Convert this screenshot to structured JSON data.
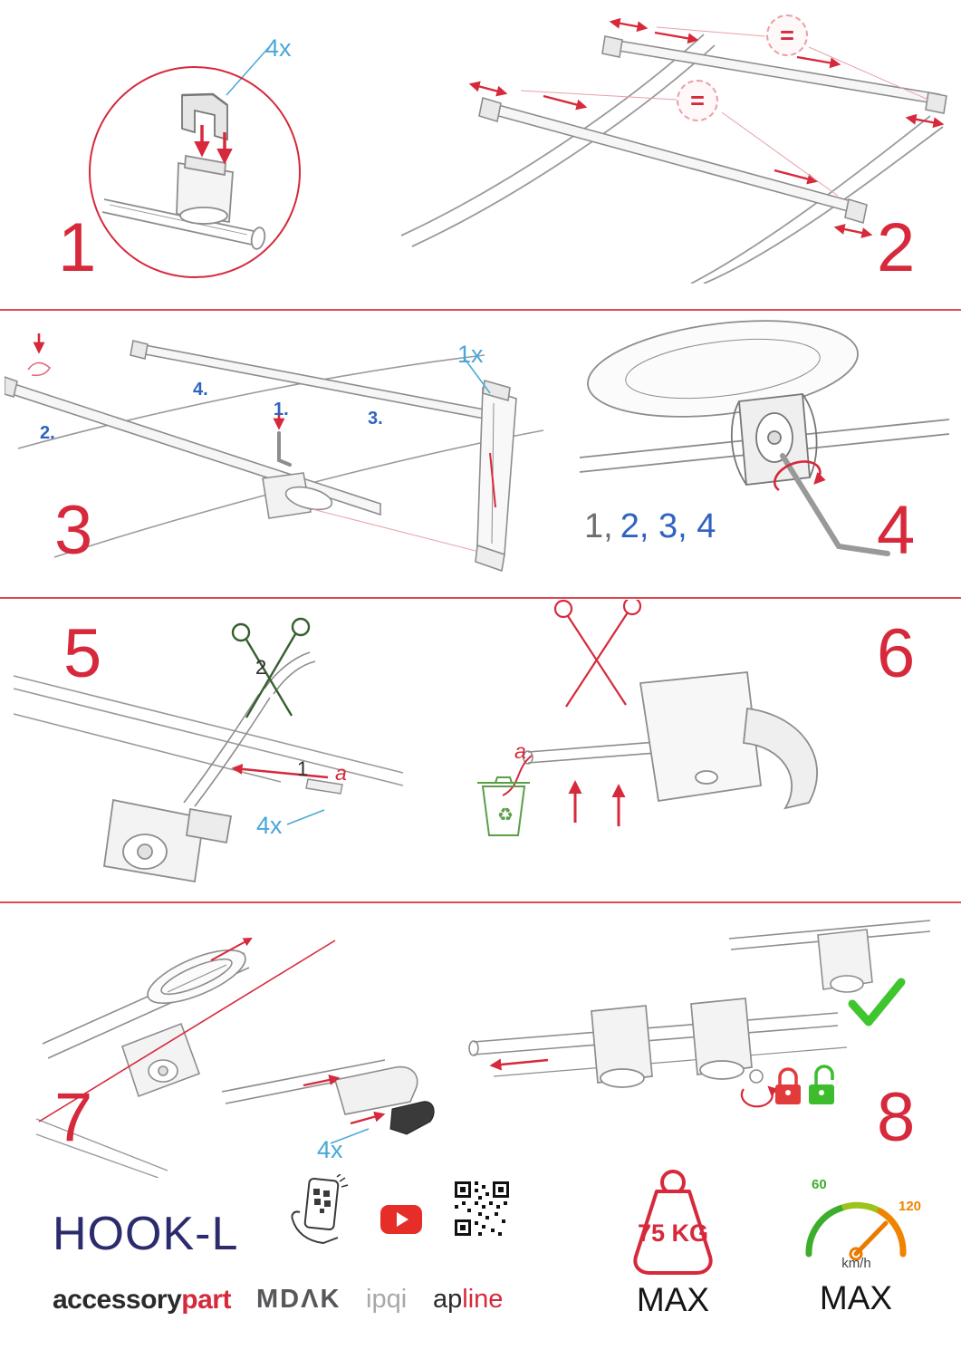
{
  "colors": {
    "accent_red": "#d6293b",
    "quantity_blue": "#49a8d9",
    "number_blue": "#2f63c0",
    "brand_navy": "#2b2b6e",
    "ok_green": "#3fc62f",
    "speed_green": "#3dae2b",
    "speed_orange": "#f08300"
  },
  "steps": {
    "s1": {
      "number": "1",
      "qty": "4x"
    },
    "s2": {
      "number": "2",
      "equals": "="
    },
    "s3": {
      "number": "3",
      "qty": "1x",
      "label1": "1.",
      "label2": "2.",
      "label3": "3.",
      "label4": "4."
    },
    "s4": {
      "number": "4",
      "seq_first": "1,",
      "seq_rest": "2, 3, 4"
    },
    "s5": {
      "number": "5",
      "scissors_step": "2",
      "strap_step": "1",
      "point": "a",
      "qty": "4x"
    },
    "s6": {
      "number": "6",
      "point": "a",
      "recycle_glyph": "♻"
    },
    "s7": {
      "number": "7",
      "qty": "4x"
    },
    "s8": {
      "number": "8"
    }
  },
  "footer": {
    "product": "HOOK-L",
    "brand_part1": "accessory",
    "brand_part2": "part",
    "logo_mdak": "MDΛK",
    "logo_ipqi": "ipqi",
    "logo_ap": "ap",
    "logo_line": "line",
    "weight": {
      "value": "75 KG",
      "max": "MAX"
    },
    "speed": {
      "low": "60",
      "high": "120",
      "unit": "km/h",
      "max": "MAX"
    }
  }
}
